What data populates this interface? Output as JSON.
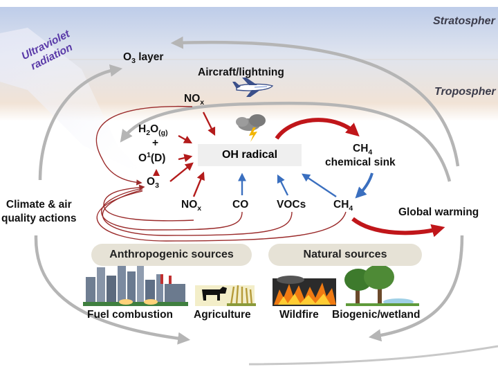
{
  "layers": {
    "stratosphere": "Stratospher",
    "troposphere": "Tropospher"
  },
  "labels": {
    "uv_line1": "Ultraviolet",
    "uv_line2": "radiation",
    "o3_layer_main": "O",
    "o3_layer_sub": "3",
    "o3_layer_rest": " layer",
    "aircraft": "Aircraft/lightning",
    "nox_top_main": "NO",
    "nox_top_sub": "x",
    "h2o_main": "H",
    "h2o_sub1": "2",
    "h2o_mid": "O",
    "h2o_sub2": "(g)",
    "plus": "+",
    "o1d_main": "O",
    "o1d_sup": "1",
    "o1d_rest": "(D)",
    "o3_main": "O",
    "o3_sub": "3",
    "oh_radical": "OH radical",
    "ch4_sink_main": "CH",
    "ch4_sink_sub": "4",
    "chemical_sink": "chemical sink",
    "nox_main": "NO",
    "nox_sub": "x",
    "co": "CO",
    "vocs": "VOCs",
    "ch4_main": "CH",
    "ch4_sub": "4",
    "global_warming": "Global warming",
    "climate_line1": "Climate & air",
    "climate_line2": "quality actions",
    "anthropogenic": "Anthropogenic sources",
    "natural": "Natural sources",
    "fuel": "Fuel combustion",
    "agriculture": "Agriculture",
    "wildfire": "Wildfire",
    "biogenic": "Biogenic/wetland"
  },
  "colors": {
    "red_arrow": "#b31b1b",
    "blue_arrow": "#3a6fbf",
    "gray_arrow": "#b5b5b5",
    "pill": "#e6e2d6",
    "uv_text": "#5a3aa8"
  }
}
